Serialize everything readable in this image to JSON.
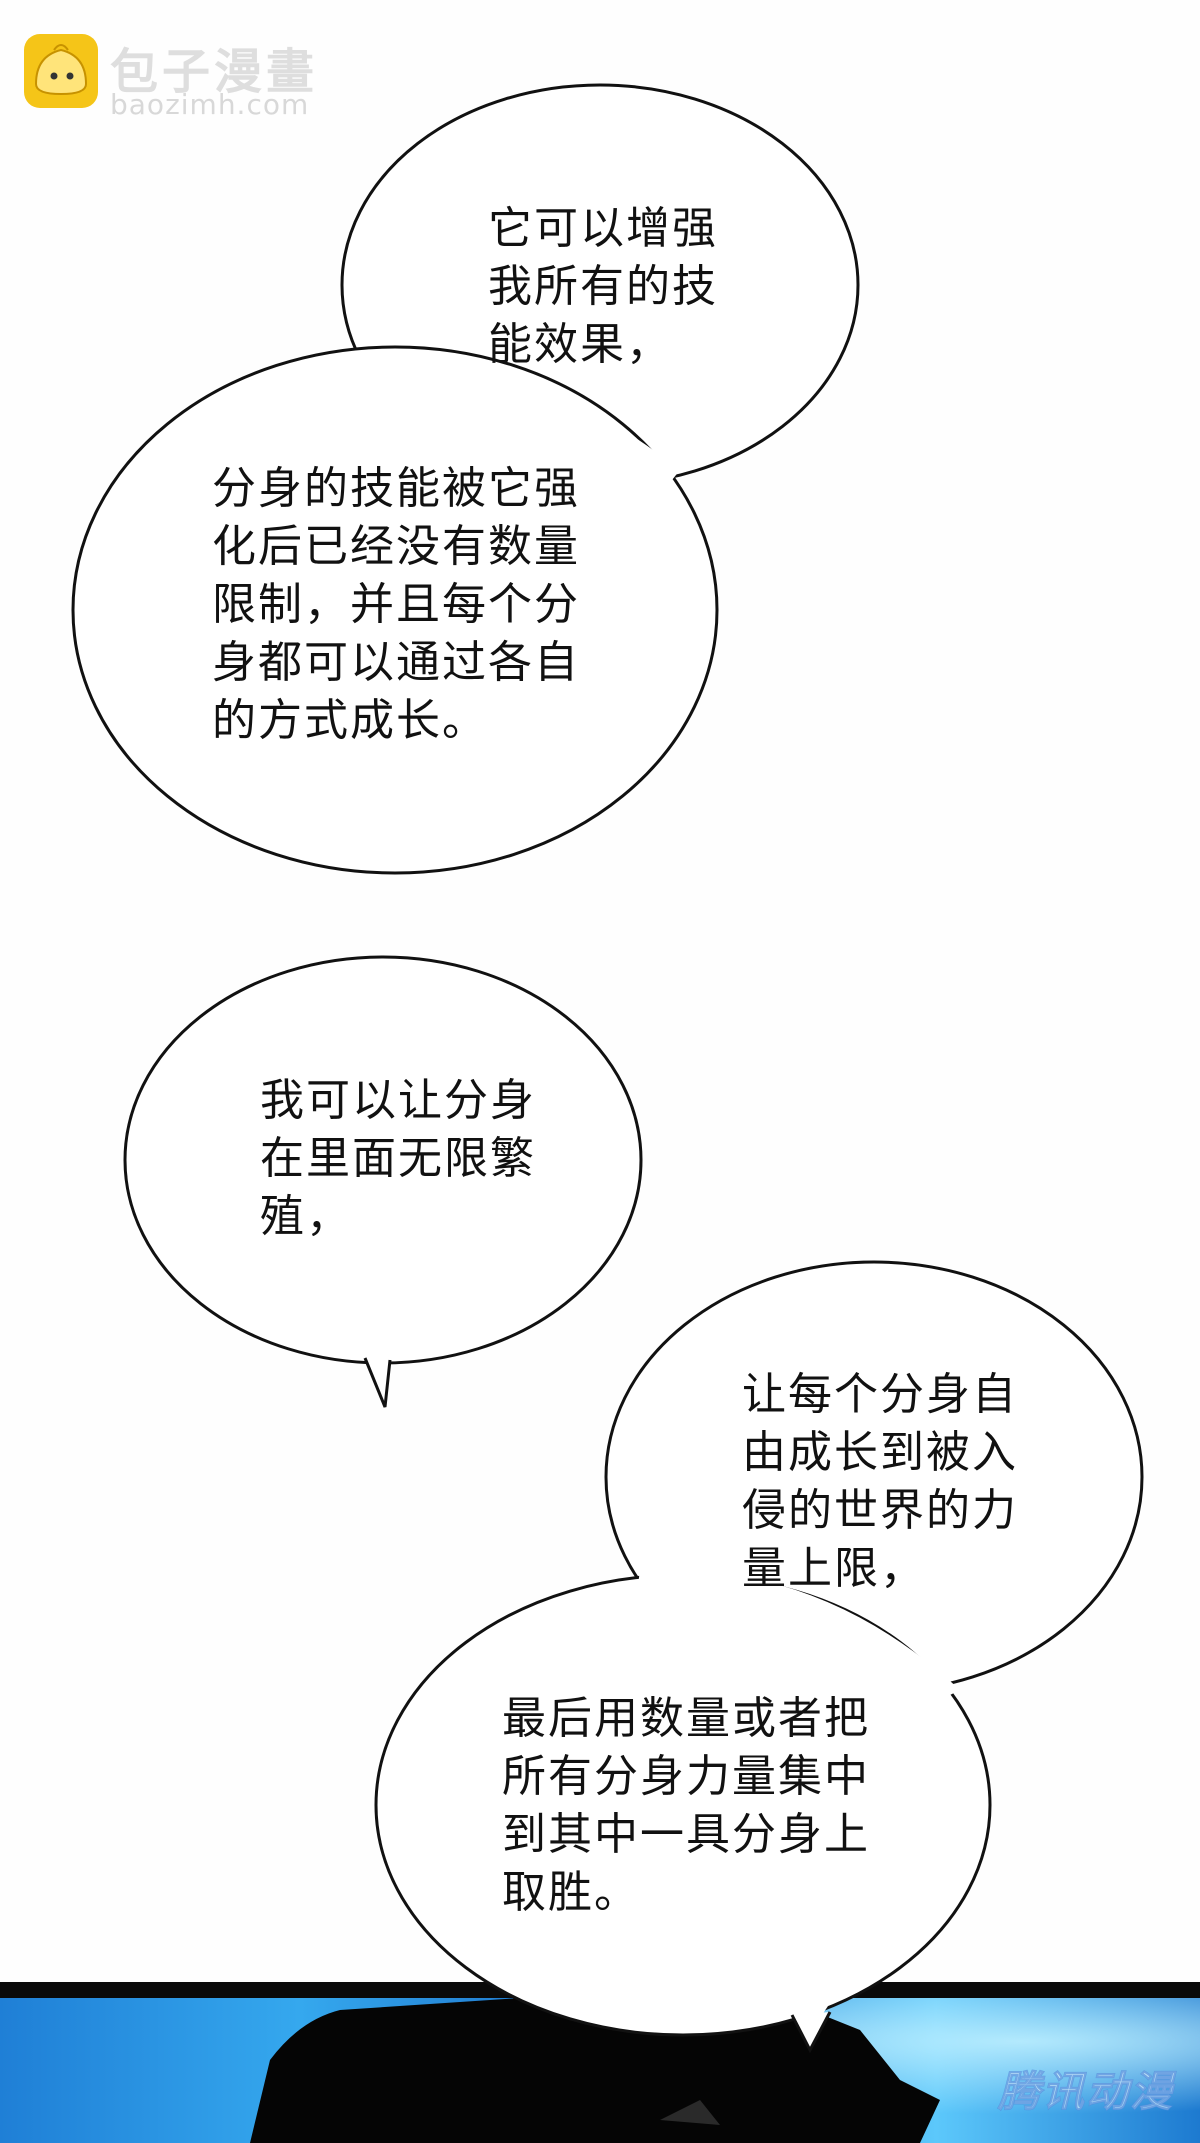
{
  "watermark": {
    "name": "包子漫畫",
    "url": "baozimh.com"
  },
  "bubbles": [
    {
      "text": "它可以增强\n我所有的技\n能效果，"
    },
    {
      "text": "分身的技能被它强\n化后已经没有数量\n限制，并且每个分\n身都可以通过各自\n的方式成长。"
    },
    {
      "text": "我可以让分身\n在里面无限繁\n殖，"
    },
    {
      "text": "让每个分身自\n由成长到被入\n侵的世界的力\n量上限，"
    },
    {
      "text": "最后用数量或者把\n所有分身力量集中\n到其中一具分身上\n取胜。"
    }
  ],
  "footer_watermark": "腾讯动漫",
  "colors": {
    "page": "#fefefe",
    "bubble_fill": "#ffffff",
    "bubble_outline": "#111111",
    "panel_blue": "#1e88e0",
    "panel_light": "#7fd6ff",
    "silhouette": "#050505",
    "logo_yellow": "#f5c518"
  },
  "icons": [
    "baozi-logo-icon"
  ]
}
